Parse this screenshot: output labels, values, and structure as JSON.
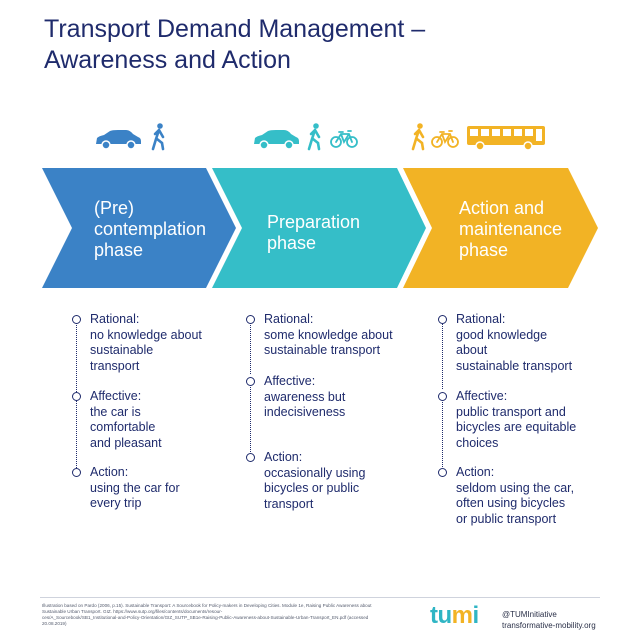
{
  "title_lines": [
    "Transport Demand Management –",
    "Awareness and Action"
  ],
  "colors": {
    "blue": "#3b82c6",
    "teal": "#35bec8",
    "yellow": "#f2b325",
    "navy": "#1f2b6c"
  },
  "phases": [
    {
      "label_lines": [
        "(Pre)",
        "contemplation",
        "phase"
      ],
      "icons": [
        "car-icon",
        "pedestrian-icon"
      ],
      "entries": [
        {
          "lines": [
            "Rational:",
            "no knowledge about",
            "sustainable",
            "transport"
          ]
        },
        {
          "lines": [
            "Affective:",
            "the car is",
            "comfortable",
            "and pleasant"
          ]
        },
        {
          "lines": [
            "Action:",
            "using the car for",
            "every trip"
          ]
        }
      ]
    },
    {
      "label_lines": [
        "Preparation",
        "phase"
      ],
      "icons": [
        "car-icon",
        "pedestrian-icon",
        "bicycle-icon"
      ],
      "entries": [
        {
          "lines": [
            "Rational:",
            "some knowledge about",
            "sustainable transport"
          ]
        },
        {
          "lines": [
            "Affective:",
            "awareness but",
            "indecisiveness"
          ]
        },
        {
          "lines": [
            "Action:",
            "occasionally using",
            "bicycles or public",
            "transport"
          ]
        }
      ]
    },
    {
      "label_lines": [
        "Action and",
        "maintenance",
        "phase"
      ],
      "icons": [
        "pedestrian-icon",
        "bicycle-icon",
        "bus-icon"
      ],
      "entries": [
        {
          "lines": [
            "Rational:",
            "good knowledge",
            "about",
            "sustainable transport"
          ]
        },
        {
          "lines": [
            "Affective:",
            "public transport and",
            "bicycles are equitable",
            "choices"
          ]
        },
        {
          "lines": [
            "Action:",
            "seldom using the car,",
            "often using bicycles",
            "or public transport"
          ]
        }
      ]
    }
  ],
  "footer": {
    "source_lines": [
      "Illustration based on Pardo (2006, p.15). Sustainable Transport: A Sourcebook for Policy-makers in Developing Cities. Module 1e, Raising Public Awareness about",
      "Sustainable Urban Transport. GIZ. https://www.sutp.org/files/contents/documents/resour-",
      "ces/A_Sourcebook/SB1_Institutional-and-Policy-Orientation/GIZ_SUTP_SB1e-Raising-Public-Awareness-about-Sustainable-Urban-Transport_EN.pdf (accessed",
      "20.08.2019)"
    ],
    "logo_left": "tu",
    "logo_dot": "m",
    "logo_right": "i",
    "handle_lines": [
      "@TUMInitiative",
      "transformative-mobility.org"
    ]
  }
}
